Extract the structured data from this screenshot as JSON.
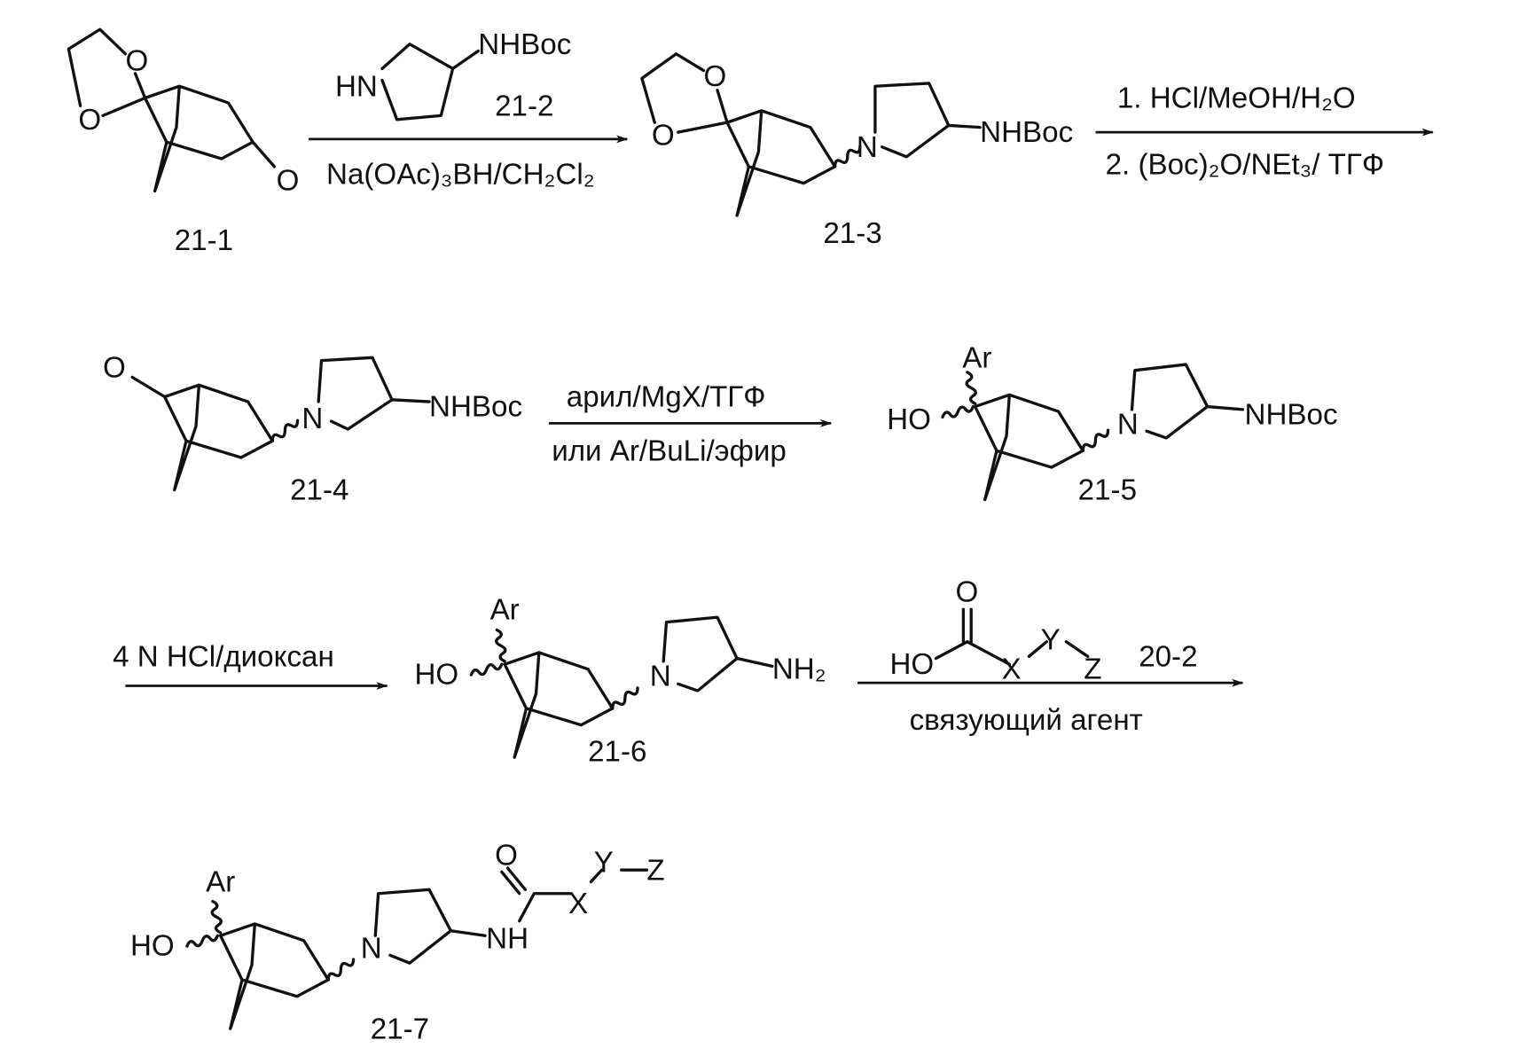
{
  "compounds": {
    "c21_1": {
      "label": "21-1",
      "atoms": [
        "O",
        "O",
        "O"
      ]
    },
    "c21_2": {
      "label": "21-2",
      "atoms": [
        "HN",
        "NHBoc"
      ]
    },
    "c21_3": {
      "label": "21-3",
      "atoms": [
        "O",
        "O",
        "N",
        "NHBoc"
      ]
    },
    "c21_4": {
      "label": "21-4",
      "atoms": [
        "O",
        "N",
        "NHBoc"
      ]
    },
    "c21_5": {
      "label": "21-5",
      "atoms": [
        "Ar",
        "HO",
        "N",
        "NHBoc"
      ]
    },
    "c21_6": {
      "label": "21-6",
      "atoms": [
        "Ar",
        "HO",
        "N",
        "NH₂"
      ]
    },
    "c20_2": {
      "label": "20-2",
      "atoms": [
        "O",
        "HO",
        "X",
        "Y",
        "Z"
      ]
    },
    "c21_7": {
      "label": "21-7",
      "atoms": [
        "Ar",
        "HO",
        "N",
        "NH",
        "O",
        "X",
        "Y",
        "Z"
      ]
    }
  },
  "steps": [
    {
      "above": "",
      "below": "Na(OAc)₃BH/CH₂Cl₂"
    },
    {
      "above": "1. HCl/MeOH/H₂O",
      "below": "2. (Boc)₂O/NEt₃/ ТГФ"
    },
    {
      "above": "арил/MgX/ТГФ",
      "below": "или Ar/BuLi/эфир"
    },
    {
      "above": "4 N HCl/диоксан",
      "below": ""
    },
    {
      "above": "",
      "below": "связующий агент"
    }
  ]
}
